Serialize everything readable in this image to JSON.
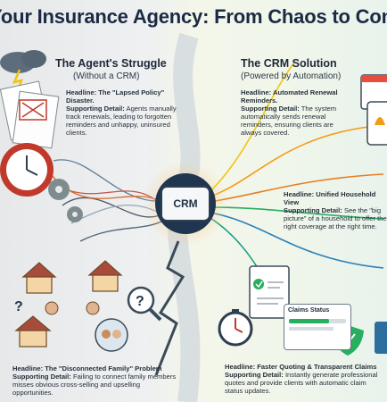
{
  "title": "Your Insurance Agency: From Chaos to Control",
  "left": {
    "heading": "The Agent's Struggle",
    "subheading": "(Without a CRM)",
    "item1_headline": "Headline: The \"Lapsed Policy\" Disaster.",
    "item1_detail_label": "Supporting Detail:",
    "item1_detail": "Agents manually track renewals, leading to forgotten reminders and unhappy, uninsured clients.",
    "item2_headline": "Headline: The \"Disconnected Family\" Problem",
    "item2_detail_label": "Supporting Detail:",
    "item2_detail": "Failing to connect family members misses obvious cross-selling and upselling opportunities."
  },
  "center": {
    "crm_label": "CRM"
  },
  "right": {
    "heading": "The CRM Solution",
    "subheading": "(Powered by Automation)",
    "item1_headline": "Headline: Automated Renewal Reminders.",
    "item1_detail_label": "Supporting Detail:",
    "item1_detail": "The system automatically sends renewal reminders, ensuring clients are always covered.",
    "item2_headline": "Headline: Unified Household View",
    "item2_detail_label": "Supporting Detail:",
    "item2_detail": "See the \"big picture\" of a household to offer the right coverage at the right time.",
    "item3_headline": "Headline: Faster Quoting & Transparent Claims",
    "item3_detail_label": "Supporting Detail:",
    "item3_detail": "Instantly generate professional quotes and provide clients with automatic claim status updates.",
    "claims_label": "Claims Status"
  }
}
